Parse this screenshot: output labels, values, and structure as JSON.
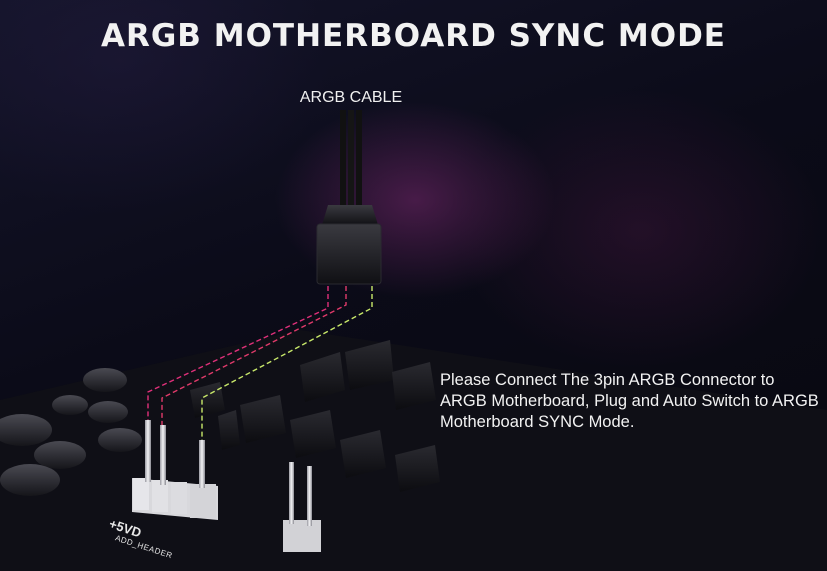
{
  "title": "ARGB MOTHERBOARD SYNC MODE",
  "cable_label": "ARGB CABLE",
  "description": "Please Connect The 3pin ARGB Connector to ARGB Motherboard, Plug and Auto Switch to ARGB Motherboard SYNC Mode.",
  "header_label": {
    "voltage": "+5VD",
    "name": "ADD_HEADER"
  },
  "colors": {
    "wire_left": "#e0307a",
    "wire_middle": "#e03a6a",
    "wire_right": "#c8e86a",
    "background": "#07070f"
  }
}
